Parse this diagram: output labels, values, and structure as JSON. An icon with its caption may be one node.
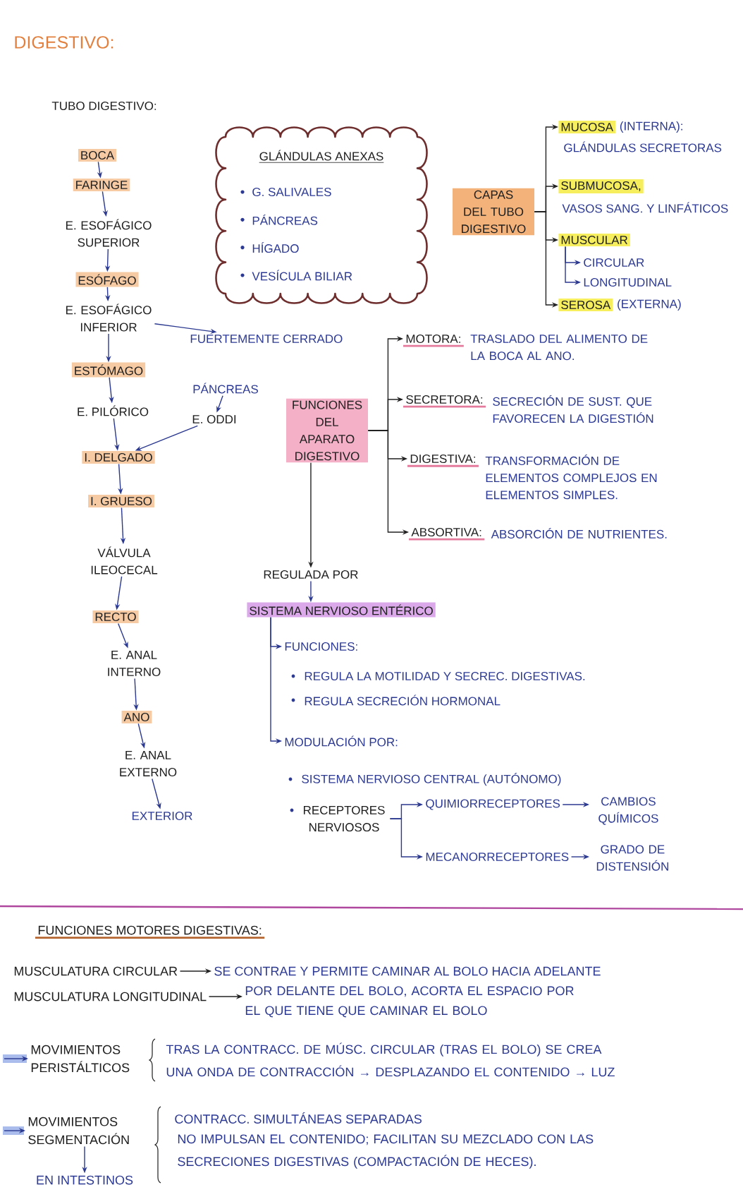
{
  "diagram": {
    "title": "DIGESTIVO:",
    "nodes": [
      {
        "text": [
          "BOCA"
        ]
      },
      {
        "text": [
          "FARINGE"
        ]
      },
      {
        "text": [
          "E. ESOFÁGICO SUPERIOR"
        ]
      },
      {
        "text": [
          "ESÓFAGO"
        ]
      },
      {
        "text": [
          "E. ESOFÁGICO INFERIOR"
        ]
      },
      {
        "text": [
          "FUERTEMENTE CERRADO"
        ]
      },
      {
        "text": [
          "ESTÓMAGO"
        ]
      },
      {
        "text": [
          "E. PILÓRICO"
        ]
      },
      {
        "text": [
          "PÁNCREAS"
        ]
      },
      {
        "text": [
          "E. ODDI"
        ]
      },
      {
        "text": [
          "I. DELGADO"
        ]
      },
      {
        "text": [
          "I. GRUESO"
        ]
      },
      {
        "text": [
          "VÁLVULA ILEOCECAL"
        ]
      },
      {
        "text": [
          "RECTO"
        ]
      },
      {
        "text": [
          "E. ANAL INTERNO"
        ]
      },
      {
        "text": [
          "ANO"
        ]
      },
      {
        "text": [
          "E. ANAL EXTERNO"
        ]
      },
      {
        "text": [
          "EXTERIOR"
        ]
      },
      {
        "text": [
          "GLÁNDULAS ANEXAS",
          "G. SALIVALES",
          "PÁNCREAS",
          "HÍGADO",
          "VESÍCULA BILIAR"
        ]
      },
      {
        "text": [
          "CAPAS DEL TUBO DIGESTIVO"
        ]
      },
      {
        "text": [
          "MUCOSA"
        ],
        "beside": [
          "(INTERNA):",
          "GLÁNDULAS SECRETORAS"
        ]
      },
      {
        "text": [
          "SUBMUCOSA,"
        ],
        "beside": [
          "VASOS SANG. Y LINFÁTICOS"
        ]
      },
      {
        "text": [
          "MUSCULAR"
        ]
      },
      {
        "text": [
          "CIRCULAR"
        ]
      },
      {
        "text": [
          "LONGITUDINAL"
        ]
      },
      {
        "text": [
          "SEROSA"
        ],
        "beside": [
          "(EXTERNA)"
        ]
      },
      {
        "text": [
          "FUNCIONES DEL APARATO DIGESTIVO"
        ]
      },
      {
        "text": [
          "MOTORA:"
        ],
        "beside": [
          "TRASLADO DEL ALIMENTO DE LA BOCA AL ANO."
        ]
      },
      {
        "text": [
          "SECRETORA:"
        ],
        "beside": [
          "SECRECIÓN DE SUST. QUE FAVORECEN LA DIGESTIÓN"
        ]
      },
      {
        "text": [
          "DIGESTIVA:"
        ],
        "beside": [
          "TRANSFORMACIÓN DE ELEMENTOS COMPLEJOS EN ELEMENTOS SIMPLES."
        ]
      },
      {
        "text": [
          "ABSORTIVA:"
        ],
        "beside": [
          "ABSORCIÓN DE NUTRIENTES."
        ]
      },
      {
        "text": [
          "REGULADA POR"
        ]
      },
      {
        "text": [
          "SISTEMA NERVIOSO ENTÉRICO"
        ]
      },
      {
        "text": [
          "FUNCIONES:"
        ],
        "beside": [
          "REGULA LA MOTILIDAD Y SECREC. DIGESTIVAS.",
          "REGULA SECRECIÓN HORMONAL"
        ]
      },
      {
        "text": [
          "MODULACIÓN POR:"
        ]
      },
      {
        "text": [
          "RECEPTORES NERVIOSOS"
        ]
      },
      {
        "text": [
          "QUIMIORRECEPTORES"
        ]
      },
      {
        "text": [
          "CAMBIOS QUÍMICOS"
        ]
      },
      {
        "text": [
          "MECANORRECEPTORES"
        ]
      },
      {
        "text": [
          "GRADO DE DISTENSIÓN"
        ]
      },
      {
        "text": [
          "MUSCULATURA CIRCULAR"
        ]
      },
      {
        "text": [
          "SE CONTRAE Y PERMITE CAMINAR AL BOLO HACIA ADELANTE"
        ]
      },
      {
        "text": [
          "MUSCULATURA LONGITUDINAL"
        ]
      },
      {
        "text": [
          "POR DELANTE DEL BOLO, ACORTA EL ESPACIO POR EL QUE TIENE QUE CAMINAR EL BOLO"
        ]
      },
      {
        "text": [
          "MOVIMIENTOS PERISTÁLTICOS"
        ],
        "beside": [
          "TRAS LA CONTRACC. DE MÚSC. CIRCULAR (TRAS EL BOLO) SE CREA UNA ONDA DE CONTRACCIÓN → DESPLAZANDO EL CONTENIDO → LUZ"
        ]
      },
      {
        "text": [
          "MOVIMIENTOS SEGMENTACIÓN"
        ],
        "beside": [
          "CONTRACC. SIMULTÁNEAS SEPARADAS",
          "NO IMPULSAN EL CONTENIDO; FACILITAN SU MEZCLADO CON LAS SECRECIONES DIGESTIVAS (COMPACTACIÓN DE HECES)."
        ]
      },
      {
        "text": [
          "EN INTESTINOS"
        ]
      }
    ],
    "edges": [
      {
        "from": 0,
        "to": 1,
        "arrow": "to"
      },
      {
        "from": 1,
        "to": 2,
        "arrow": "to"
      },
      {
        "from": 2,
        "to": 3,
        "arrow": "to"
      },
      {
        "from": 3,
        "to": 4,
        "arrow": "to"
      },
      {
        "from": 4,
        "to": 5,
        "arrow": "to"
      },
      {
        "from": 4,
        "to": 6,
        "arrow": "to"
      },
      {
        "from": 6,
        "to": 7,
        "arrow": "to"
      },
      {
        "from": 7,
        "to": 10,
        "arrow": "to"
      },
      {
        "from": 8,
        "to": 9,
        "arrow": "to"
      },
      {
        "from": 9,
        "to": 10,
        "arrow": "to"
      },
      {
        "from": 10,
        "to": 11,
        "arrow": "to"
      },
      {
        "from": 11,
        "to": 12,
        "arrow": "to"
      },
      {
        "from": 12,
        "to": 13,
        "arrow": "to"
      },
      {
        "from": 13,
        "to": 14,
        "arrow": "to"
      },
      {
        "from": 14,
        "to": 15,
        "arrow": "to"
      },
      {
        "from": 15,
        "to": 16,
        "arrow": "to"
      },
      {
        "from": 16,
        "to": 17,
        "arrow": "to"
      },
      {
        "from": 19,
        "to": 20,
        "arrow": "to",
        "color": "#222222"
      },
      {
        "from": 19,
        "to": 21,
        "arrow": "to",
        "color": "#222222"
      },
      {
        "from": 19,
        "to": 22,
        "arrow": "to",
        "color": "#222222"
      },
      {
        "from": 19,
        "to": 25,
        "arrow": "to",
        "color": "#222222"
      },
      {
        "from": 22,
        "to": 23,
        "arrow": "to"
      },
      {
        "from": 22,
        "to": 24,
        "arrow": "to"
      },
      {
        "from": 26,
        "to": 27,
        "arrow": "to",
        "color": "#222222"
      },
      {
        "from": 26,
        "to": 28,
        "arrow": "to",
        "color": "#222222"
      },
      {
        "from": 26,
        "to": 29,
        "arrow": "to",
        "color": "#222222"
      },
      {
        "from": 26,
        "to": 30,
        "arrow": "to",
        "color": "#222222"
      },
      {
        "from": 26,
        "to": 31,
        "arrow": "to",
        "color": "#222222"
      },
      {
        "from": 31,
        "to": 32,
        "arrow": "to"
      },
      {
        "from": 32,
        "to": 33,
        "arrow": "to"
      },
      {
        "from": 32,
        "to": 34,
        "arrow": "to"
      },
      {
        "from": 35,
        "to": 36,
        "arrow": "to"
      },
      {
        "from": 35,
        "to": 38,
        "arrow": "to"
      },
      {
        "from": 36,
        "to": 37,
        "arrow": "to"
      },
      {
        "from": 38,
        "to": 39,
        "arrow": "to"
      },
      {
        "from": 40,
        "to": 41,
        "arrow": "to",
        "color": "#222222"
      },
      {
        "from": 42,
        "to": 43,
        "arrow": "to",
        "color": "#222222"
      },
      {
        "from": null,
        "to": 44,
        "arrow": "to"
      },
      {
        "from": null,
        "to": 45,
        "arrow": "to"
      },
      {
        "from": 45,
        "to": 46,
        "arrow": "to"
      }
    ],
    "labels": [
      "TUBO DIGESTIVO:",
      "SISTEMA NERVIOSO CENTRAL (AUTÓNOMO)",
      "FUNCIONES MOTORES DIGESTIVAS:"
    ]
  }
}
